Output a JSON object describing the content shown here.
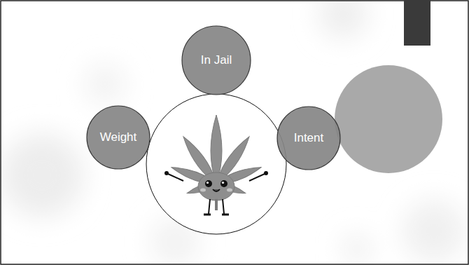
{
  "diagram": {
    "nodes": [
      {
        "text": [
          "In Jail"
        ]
      },
      {
        "text": [
          "Weight"
        ]
      },
      {
        "text": [
          "Intent"
        ]
      }
    ]
  }
}
